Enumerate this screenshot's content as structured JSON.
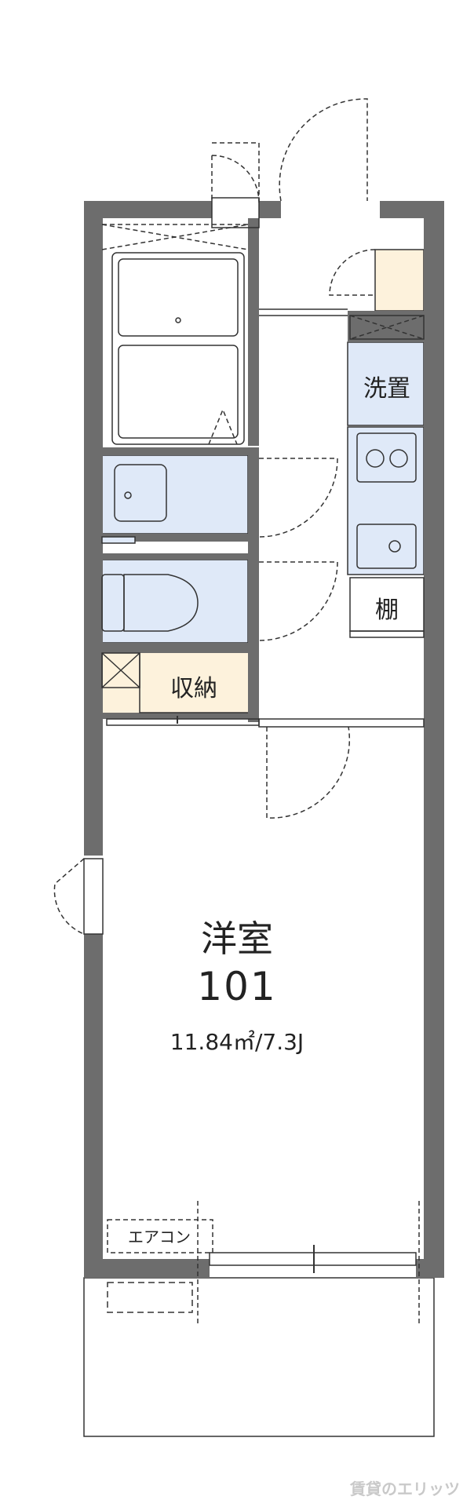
{
  "rooms": {
    "main": {
      "name": "洋室",
      "number": "101",
      "area": "11.84㎡/7.3J"
    },
    "laundry": {
      "label": "洗置"
    },
    "shelf": {
      "label": "棚"
    },
    "storage": {
      "label": "収納"
    },
    "aircon": {
      "label": "エアコン"
    }
  },
  "brand": {
    "text": "賃貸のエリッツ"
  },
  "colors": {
    "wall": "#6d6d6d",
    "fixture_fill": "#dfe9f8",
    "storage_fill": "#fdf2dc",
    "line": "#333333"
  }
}
